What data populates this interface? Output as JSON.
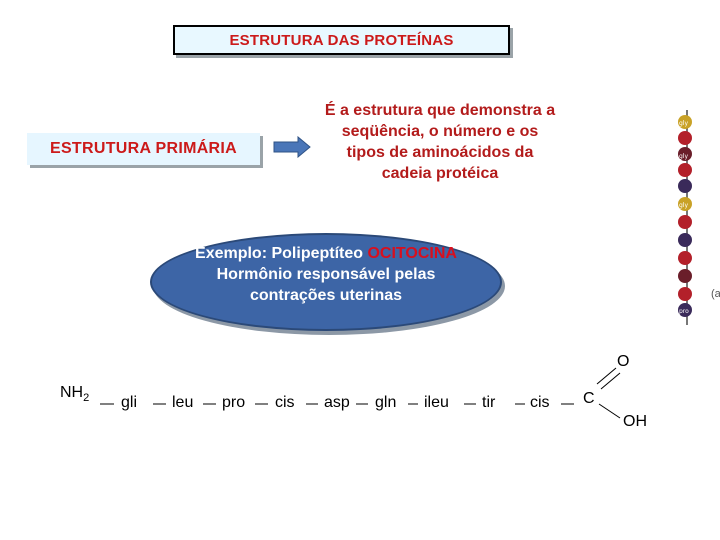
{
  "title": "ESTRUTURA DAS PROTEÍNAS",
  "primary_label": "ESTRUTURA PRIMÁRIA",
  "definition_lines": [
    "É a estrutura que demonstra a",
    "seqüência, o número e os",
    "tipos de aminoácidos da",
    "cadeia protéica"
  ],
  "example": {
    "line1_prefix": "Exemplo: Polipeptíteo ",
    "line1_highlight": "OCITOCINA",
    "line2": "Hormônio responsável pelas",
    "line3": "contrações uterinas"
  },
  "chain": {
    "n_terminal": "NH",
    "n_terminal_sub": "2",
    "amino_acids": [
      "gli",
      "leu",
      "pro",
      "cis",
      "asp",
      "gln",
      "ileu",
      "tir",
      "cis"
    ],
    "carbon": "C",
    "oxygen": "O",
    "hydroxyl": "OH"
  },
  "side_image": {
    "bead_labels": [
      "gly",
      "gly",
      "gly",
      "pro"
    ],
    "partial_label": "(a"
  },
  "colors": {
    "title_red": "#cc1a1a",
    "ellipse_blue": "#3d65a6",
    "highlight_red": "#d80f1e",
    "arrow_blue": "#4a76b8"
  }
}
